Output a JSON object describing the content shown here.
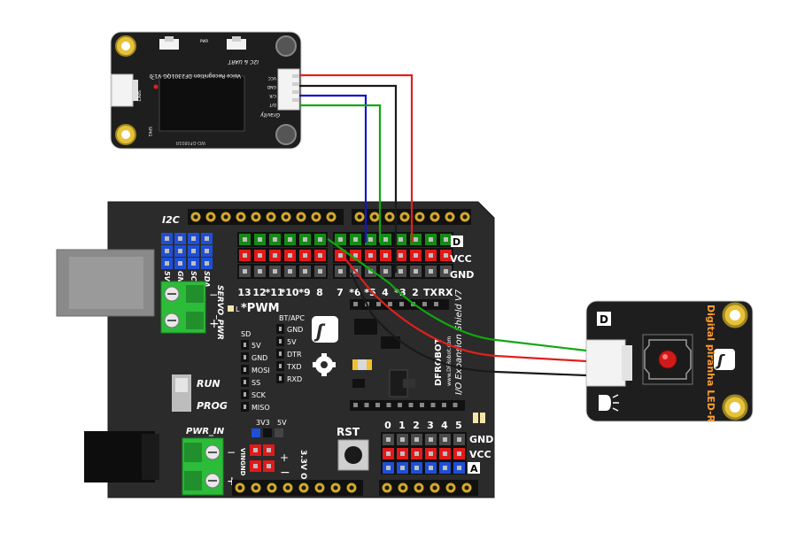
{
  "voice_module": {
    "title": "Voice Recognition DF2301QG V1.0",
    "spk_label": "SPK2",
    "i2c_uart_label": "I2C & UART",
    "gravity_label": "Gravity",
    "pin_labels": [
      "VCC",
      "GND",
      "C/R",
      "D/T"
    ],
    "spk1_label": "SPK1",
    "c_label": "C",
    "back_code": "WD-DF0801R",
    "pwr_label": "PWR"
  },
  "shield": {
    "header_d_labels": [
      "13",
      "12",
      "*11",
      "*10",
      "*9",
      "8",
      "7",
      "*6",
      "*5",
      "4",
      "*3",
      "2",
      "TX",
      "RX"
    ],
    "d_row_label": "D",
    "vcc_label": "VCC",
    "gnd_label": "GND",
    "i2c_label": "I2C",
    "i2c_pins": [
      "5V",
      "GND",
      "SCL",
      "SDA"
    ],
    "servo_label": "SERVO_PWR",
    "minus": "−",
    "plus": "+",
    "pwm_label": "*PWM",
    "l_label": "L",
    "sd_label": "SD",
    "sd_pins": [
      "5V",
      "GND",
      "MOSI",
      "SS",
      "SCK",
      "MISO"
    ],
    "bt_label": "BT/APC",
    "bt_pins": [
      "GND",
      "5V",
      "DTR",
      "TXD",
      "RXD"
    ],
    "brand": "DFROBOT",
    "brand_url": "www.DFRobot.com",
    "product": "I/O Expansion Shield V7",
    "run_label": "RUN",
    "prog_label": "PROG",
    "pwr_in_label": "PWR_IN",
    "vin_label": "VIN",
    "gnd_small": "GND",
    "v3_label": "3V3",
    "v5_label": "5V",
    "out_label": "3.3V OUT",
    "rst_label": "RST",
    "analog_labels": [
      "0",
      "1",
      "2",
      "3",
      "4",
      "5"
    ],
    "a_label": "A"
  },
  "led_module": {
    "title": "Digital piranha LED-R",
    "d_label": "D"
  },
  "colors": {
    "wire_red": "#e0201d",
    "wire_black": "#1a1a1a",
    "wire_blue": "#1515c8",
    "wire_green": "#0fa80f",
    "board": "#2b2b2b",
    "header_green": "#168a16",
    "header_red": "#e01a1a",
    "terminal_green": "#2dbb3a",
    "pin_blue": "#1e4fd6"
  }
}
